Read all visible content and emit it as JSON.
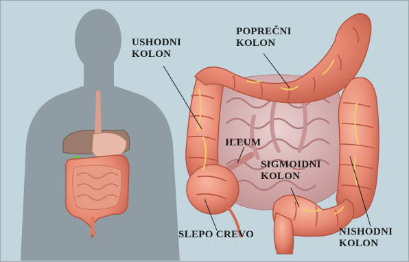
{
  "labels": {
    "ascending_colon": [
      "USHODNI",
      "KOLON"
    ],
    "transverse_colon": [
      "POPREČNI",
      "KOLON"
    ],
    "ileum": [
      "ILEUM"
    ],
    "sigmoid_colon": [
      "SIGMOIDNI",
      "KOLON"
    ],
    "cecum": [
      "SLEPO CREVO"
    ],
    "descending_colon": [
      "NISHODNI",
      "KOLON"
    ]
  },
  "colors": {
    "background": "#c3d6de",
    "silhouette": "#8f9ca3",
    "colon": "#e88a73",
    "colon_dark": "#c4604c",
    "small_intestine": "#d8a8a8",
    "vessel": "#f0d060",
    "liver": "#9a7b6e",
    "gallbladder": "#6fbf3f"
  }
}
